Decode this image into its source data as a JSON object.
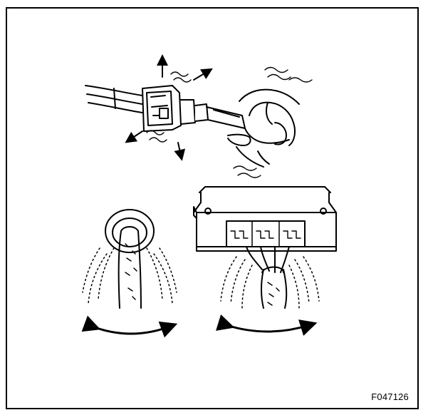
{
  "figure": {
    "id_label": "F047126",
    "line_color": "#000000",
    "background": "#ffffff"
  },
  "panels": [
    {
      "name": "connector-wiggle",
      "icon": "hand-holding-connector"
    },
    {
      "name": "grommet-wiggle",
      "icon": "harness-through-grommet"
    },
    {
      "name": "ecu-connector-wiggle",
      "icon": "harness-at-ecu-connector"
    }
  ]
}
